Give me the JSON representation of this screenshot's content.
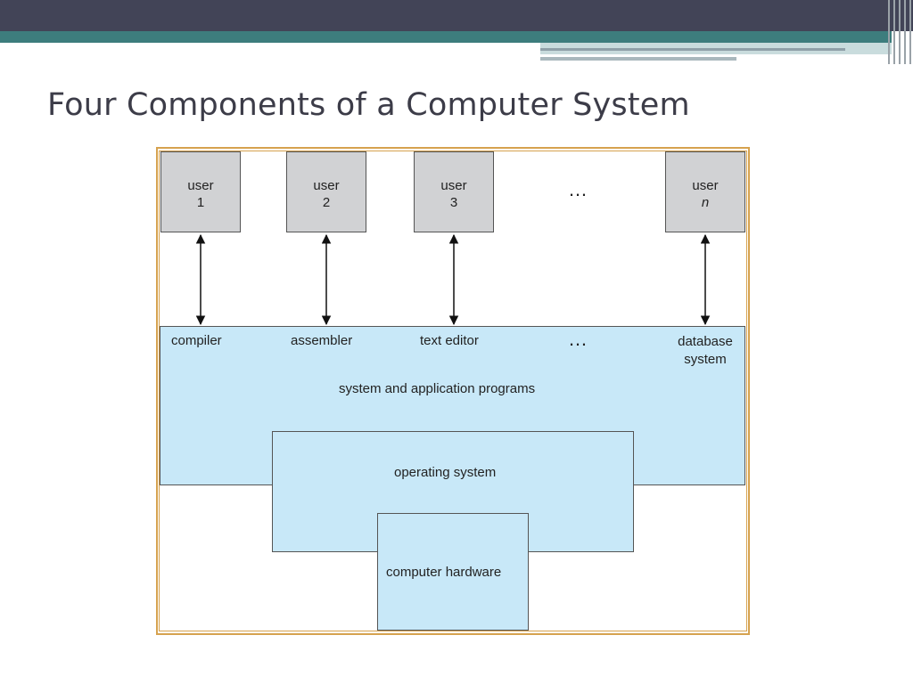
{
  "title": "Four Components of a Computer System",
  "users": [
    {
      "label": "user",
      "num": "1",
      "italic": false
    },
    {
      "label": "user",
      "num": "2",
      "italic": false
    },
    {
      "label": "user",
      "num": "3",
      "italic": false
    },
    {
      "label": "user",
      "num": "n",
      "italic": true
    }
  ],
  "ellipsis": "…",
  "programs": [
    "compiler",
    "assembler",
    "text editor",
    "database system"
  ],
  "layers": {
    "apps": "system and application programs",
    "os": "operating system",
    "hardware": "computer hardware"
  },
  "colors": {
    "header_dark": "#424457",
    "header_teal": "#3d7d7d",
    "frame": "#d6a24f",
    "user_box": "#d1d2d4",
    "layer_fill": "#c8e8f8"
  }
}
